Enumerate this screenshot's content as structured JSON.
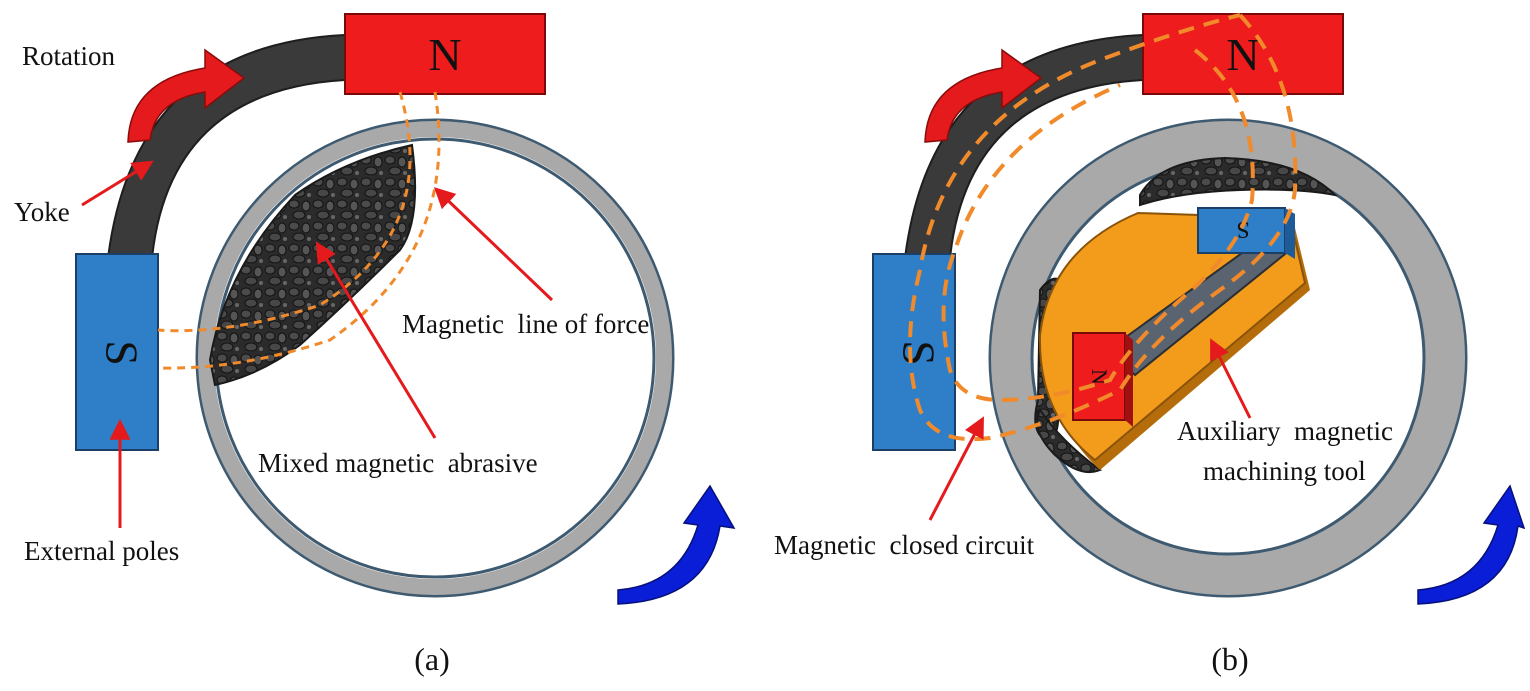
{
  "panel_a": {
    "caption": "(a)",
    "pole_n": "N",
    "pole_s": "S",
    "labels": {
      "rotation": "Rotation",
      "yoke": "Yoke",
      "line_of_force": "Magnetic  line of force",
      "abrasive": "Mixed magnetic  abrasive",
      "external_poles": "External poles"
    }
  },
  "panel_b": {
    "caption": "(b)",
    "pole_n": "N",
    "pole_s": "S",
    "tool_pole_n": "N",
    "tool_pole_s": "S",
    "labels": {
      "tool_line1": "Auxiliary  magnetic",
      "tool_line2": "machining tool",
      "closed_circuit": "Magnetic  closed circuit"
    }
  },
  "colors": {
    "pole_n": "#ee1c1c",
    "pole_s": "#2e7fc8",
    "yoke": "#3a3a3a",
    "ring": "#a9a9a9",
    "ring_edge": "#3e5a70",
    "tool": "#f39c1b",
    "field_line": "#f08a2a",
    "callout_arrow": "#e41a1c",
    "rotation_arrow_red": "#e41a1c",
    "rotation_arrow_blue": "#0a1ed8"
  }
}
